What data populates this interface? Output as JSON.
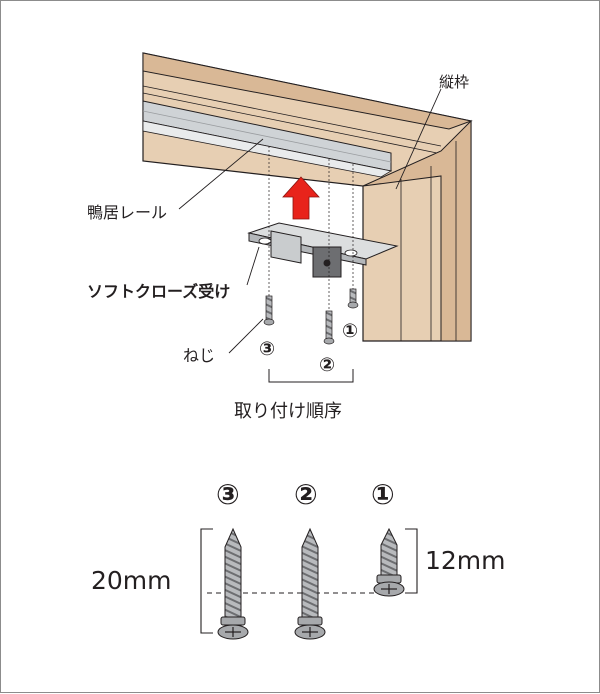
{
  "labels": {
    "vertical_frame": "縦枠",
    "rail": "鴨居レール",
    "soft_close": "ソフトクローズ受け",
    "screw": "ねじ",
    "order_caption": "取り付け順序"
  },
  "steps": [
    "①",
    "②",
    "③"
  ],
  "dimensions": {
    "long_screw": "20mm",
    "short_screw": "12mm"
  },
  "colors": {
    "wood": "#e7cfb3",
    "wood_dark": "#c9a27f",
    "rail_metal": "#cfd3d6",
    "arrow": "#e8231b",
    "screw": "#a7a9ac",
    "line": "#231f20"
  },
  "icons": {
    "direction": "arrow-up-icon"
  }
}
